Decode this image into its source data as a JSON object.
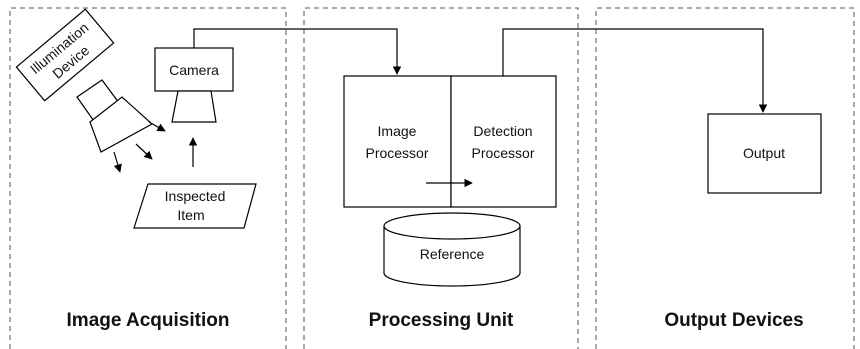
{
  "sections": {
    "acquisition": {
      "title": "Image Acquisition"
    },
    "processing": {
      "title": "Processing Unit"
    },
    "output": {
      "title": "Output Devices"
    }
  },
  "nodes": {
    "illumination": {
      "line1": "Illumination",
      "line2": "Device"
    },
    "camera": {
      "label": "Camera"
    },
    "inspected_item": {
      "line1": "Inspected",
      "line2": "Item"
    },
    "image_processor": {
      "line1": "Image",
      "line2": "Processor"
    },
    "detection_processor": {
      "line1": "Detection",
      "line2": "Processor"
    },
    "reference": {
      "label": "Reference"
    },
    "output": {
      "label": "Output"
    }
  }
}
